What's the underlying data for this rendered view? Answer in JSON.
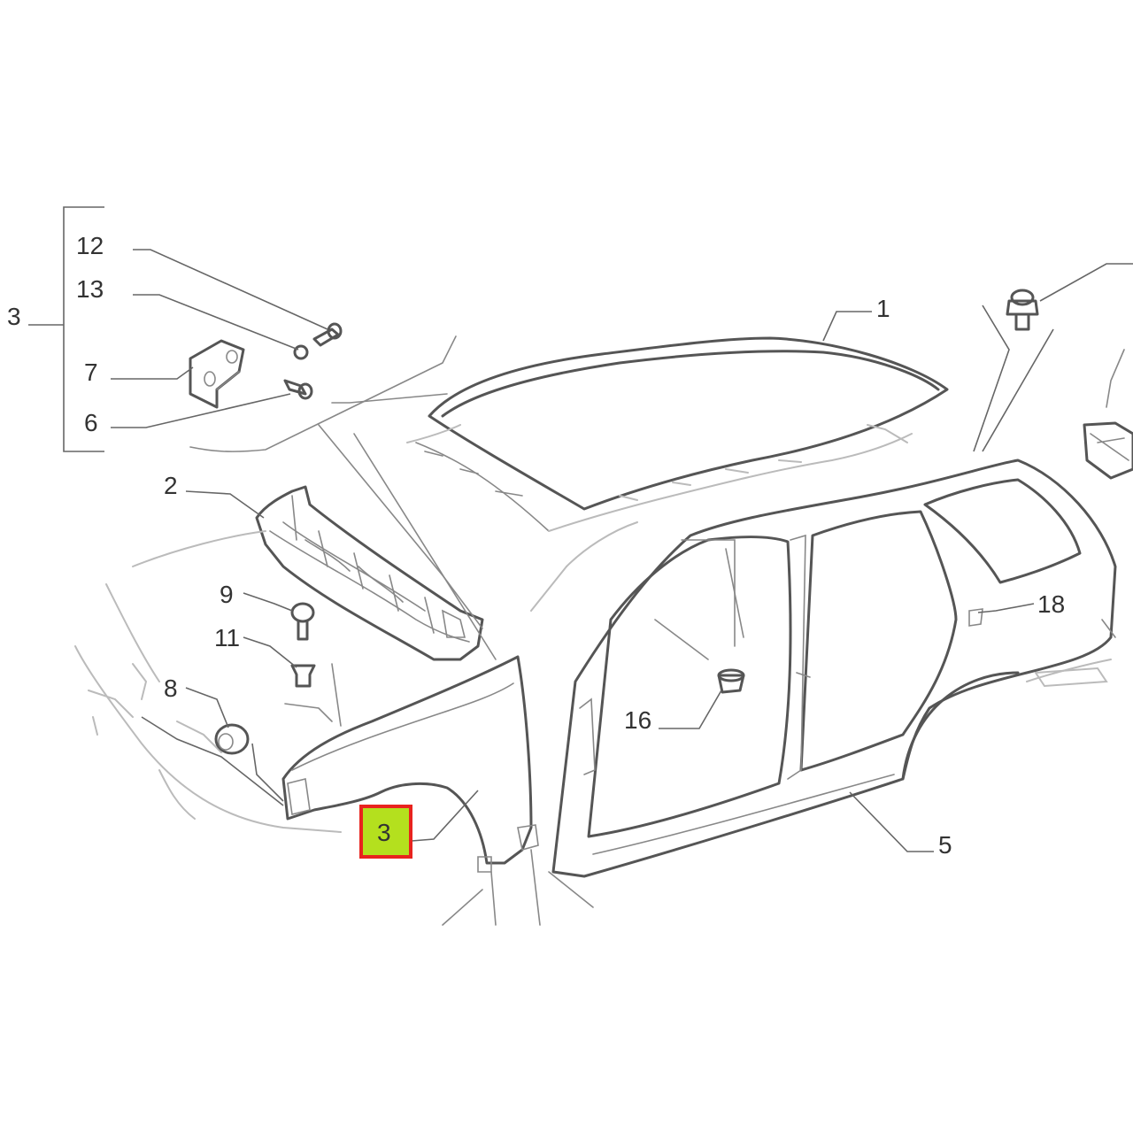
{
  "diagram": {
    "labels": {
      "p1": "1",
      "p2": "2",
      "p3_group": "3",
      "p3_highlight": "3",
      "p5": "5",
      "p6": "6",
      "p7": "7",
      "p8": "8",
      "p9": "9",
      "p11": "11",
      "p12": "12",
      "p13": "13",
      "p16": "16",
      "p18": "18"
    },
    "colors": {
      "highlight_fill": "#b4e01e",
      "highlight_border": "#e8231e",
      "line": "#555555",
      "label_text": "#333333"
    }
  }
}
